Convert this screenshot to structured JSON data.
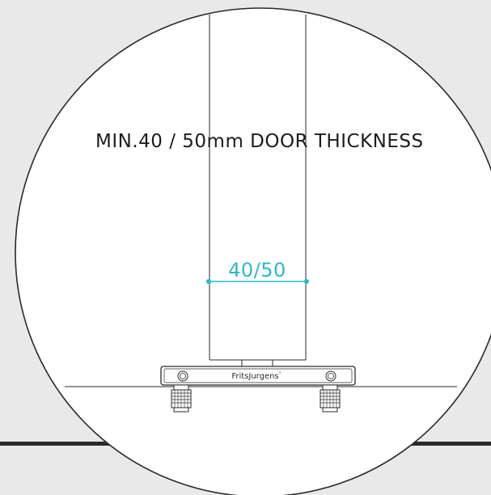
{
  "diagram": {
    "headline": "MIN.40 / 50mm DOOR THICKNESS",
    "measurement_label": "40/50",
    "brand_label": "FritsJurgens",
    "brand_mark": "°",
    "accent_color": "#2fb7c7",
    "line_color": "#2a2a2a",
    "background_color": "#e9e9e9",
    "circle_fill": "#ffffff",
    "floor_bar_color": "#2a2a2a"
  }
}
